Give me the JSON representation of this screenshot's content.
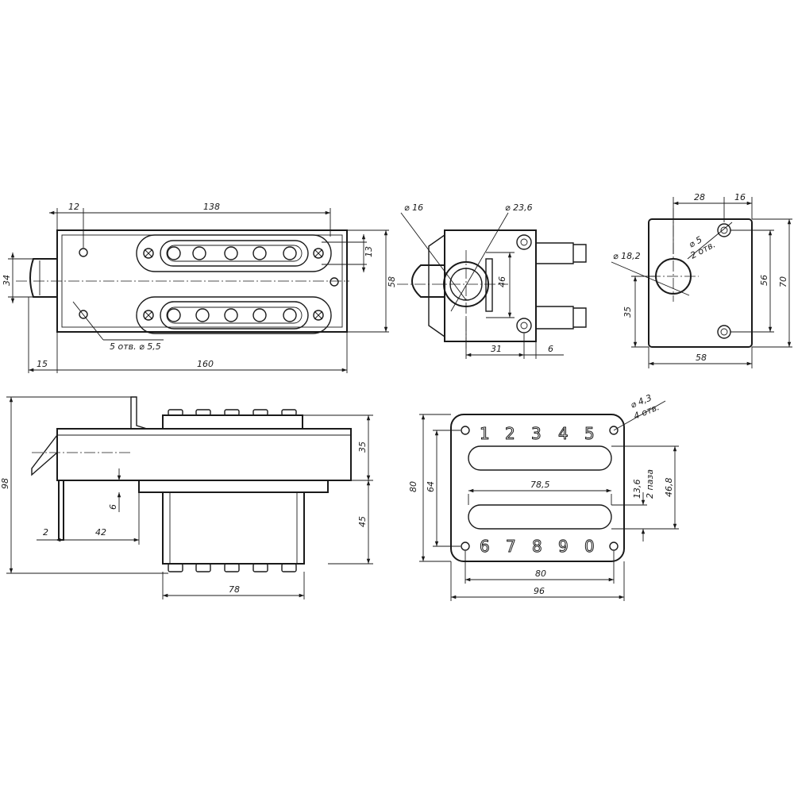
{
  "top_view": {
    "dim_12": "12",
    "dim_138": "138",
    "dim_13": "13",
    "dim_34": "34",
    "dim_58": "58",
    "holes_note": "5 отв. ⌀ 5,5",
    "dim_15": "15",
    "dim_160": "160"
  },
  "end_view": {
    "dia_16": "⌀ 16",
    "dia_23_6": "⌀ 23,6",
    "dim_46": "46",
    "dim_31": "31",
    "dim_6": "6"
  },
  "plate_view": {
    "dim_28": "28",
    "dim_16": "16",
    "dia_5": "⌀ 5",
    "holes_5": "2 отв.",
    "dia_18_2": "⌀ 18,2",
    "dim_56": "56",
    "dim_70": "70",
    "dim_35": "35",
    "dim_58": "58"
  },
  "side_view": {
    "dim_98": "98",
    "dim_35": "35",
    "dim_6": "6",
    "dim_2": "2",
    "dim_42": "42",
    "dim_45": "45",
    "dim_78": "78"
  },
  "keypad_view": {
    "dia_4_3": "⌀ 4,3",
    "holes_4": "4 отв.",
    "digits_top": [
      "1",
      "2",
      "3",
      "4",
      "5"
    ],
    "digits_bottom": [
      "6",
      "7",
      "8",
      "9",
      "0"
    ],
    "dim_80_v": "80",
    "dim_64": "64",
    "dim_78_5": "78,5",
    "dim_13_6": "13,6",
    "slots_2": "2 паза",
    "dim_46_8": "46,8",
    "dim_80_h": "80",
    "dim_96": "96"
  }
}
